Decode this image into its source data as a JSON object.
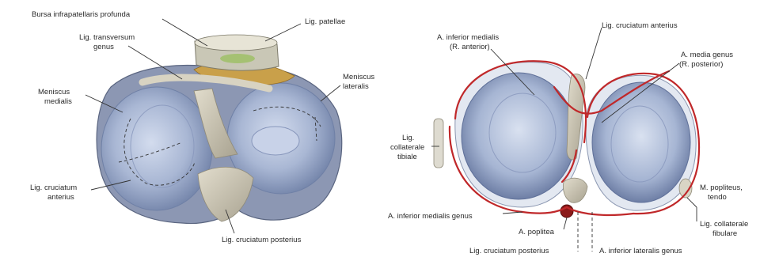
{
  "left_figure": {
    "labels": {
      "bursa": "Bursa infrapatellaris profunda",
      "lig_patellae": "Lig. patellae",
      "lig_transversum": [
        "Lig. transversum",
        "genus"
      ],
      "meniscus_medialis": [
        "Meniscus",
        "medialis"
      ],
      "meniscus_lateralis": [
        "Meniscus",
        "lateralis"
      ],
      "lig_cruc_ant": [
        "Lig. cruciatum",
        "anterius"
      ],
      "lig_cruc_post": "Lig. cruciatum posterius"
    }
  },
  "right_figure": {
    "labels": {
      "a_media_ant": [
        "A. inferior medialis",
        "(R. anterior)"
      ],
      "lig_cruc_ant": "Lig. cruciatum anterius",
      "a_media_post": [
        "A. media genus",
        "(R. posterior)"
      ],
      "lig_coll_tib": [
        "Lig.",
        "collaterale",
        "tibiale"
      ],
      "m_popliteus": [
        "M. popliteus,",
        "tendo"
      ],
      "lig_coll_fib": [
        "Lig. collaterale",
        "fibulare"
      ],
      "a_inf_med": "A. inferior medialis genus",
      "a_poplitea": "A. poplitea",
      "lig_cruc_post": "Lig. cruciatum posterius",
      "a_inf_lat": "A. inferior lateralis genus"
    }
  },
  "colors": {
    "cartilage": "#b9c6df",
    "cartilage_dark": "#6f80a6",
    "meniscus": "#e6ebf3",
    "ligament": "#cfcab8",
    "fat": "#c9a04a",
    "artery": "#c0282a"
  }
}
